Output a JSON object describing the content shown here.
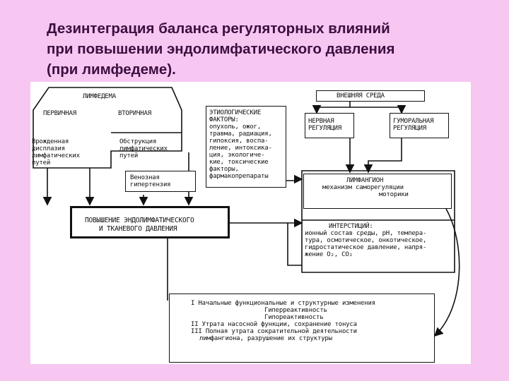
{
  "title": {
    "line1": "Дезинтеграция  баланса регуляторных влияний",
    "line2": "при повышении эндолимфатического давления",
    "line3": "(при лимфедеме)."
  },
  "diagram": {
    "lymphedema": "ЛИМФЕДЕМА",
    "primary": "ПЕРВИЧНАЯ",
    "secondary": "ВТОРИЧНАЯ",
    "congenital": [
      "Врожденная",
      "дисплазия",
      "лимфатических",
      "путей"
    ],
    "obstruction": [
      "Обструкция",
      "лимфатических",
      "путей"
    ],
    "venous": [
      "Венозная",
      "гипертензия"
    ],
    "pressure": [
      "ПОВЫШЕНИЕ ЭНДОЛИМФАТИЧЕСКОГО",
      "И ТКАНЕВОГО ДАВЛЕНИЯ"
    ],
    "etiology": [
      "ЭТИОЛОГИЧЕСКИЕ",
      "ФАКТОРЫ:",
      "",
      "опухоль, ожог,",
      "травма, радиация,",
      "гипоксия, воспа-",
      "ление, интоксика-",
      "ция, экологиче-",
      "кие, токсические",
      "факторы,",
      "фармакопрепараты"
    ],
    "external": "ВНЕШНЯЯ СРЕДА",
    "nervous": [
      "НЕРВНАЯ",
      "РЕГУЛЯЦИЯ"
    ],
    "humoral": [
      "ГУМОРАЛЬНАЯ",
      "РЕГУЛЯЦИЯ"
    ],
    "lymphangion": [
      "ЛИМФАНГИОН",
      "механизм саморегуляции",
      "моторики"
    ],
    "interstitium": [
      "ИНТЕРСТИЦИЙ:",
      "ионный состав среды, pH, темпера-",
      "тура, осмотическое, онкотическое,",
      "гидростатическое давление, напря-",
      "жение O₂, CO₂"
    ],
    "stages": [
      "I Начальные функциональные и структурные изменения",
      "Гиперреактивность",
      "Гипореактивность",
      "",
      "II Утрата насосной функции, сохранение тонуса",
      "",
      "III Полная утрата сократительной деятельности",
      "лимфангиона, разрушение их структуры"
    ]
  }
}
